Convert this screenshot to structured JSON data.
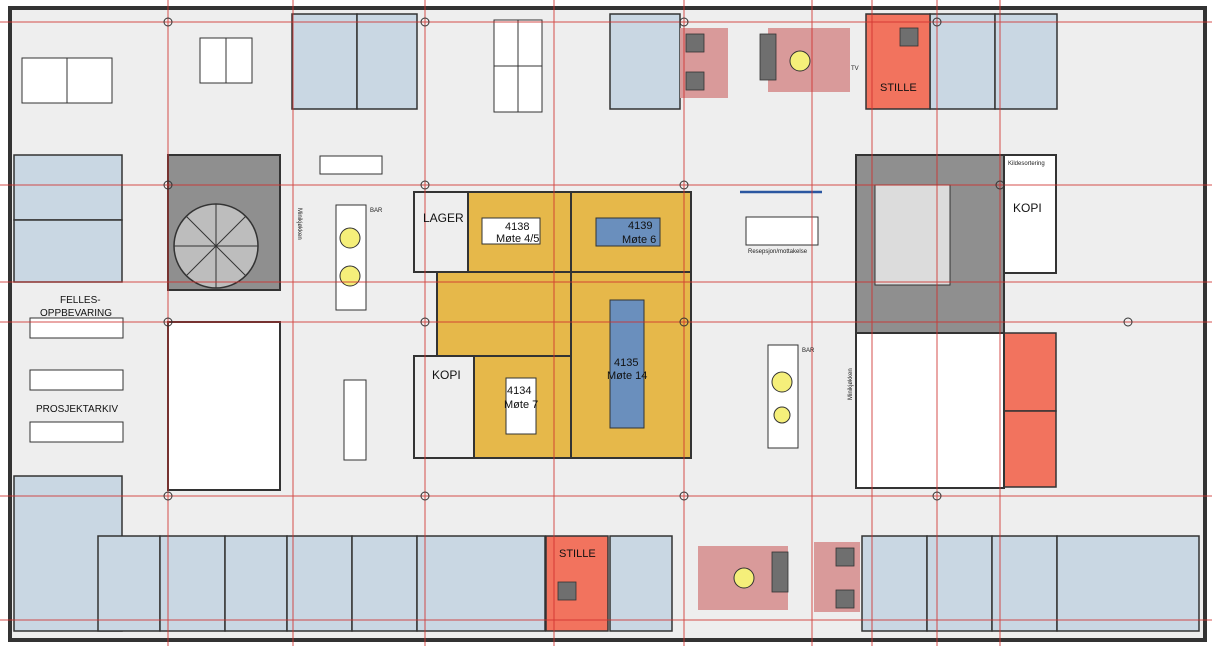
{
  "colors": {
    "office": "#c9d7e3",
    "meeting": "#e6b84a",
    "quiet": "#f2735e",
    "lounge_rug": "#d99a9a",
    "grid": "#d0312d",
    "wall": "#333333",
    "floor": "#eeeeee",
    "stair": "#8f8f8f",
    "table_blue": "#6a8fbd",
    "chair": "#6f6f6f",
    "lamp": "#f5ef7a"
  },
  "labels": {
    "lager": "LAGER",
    "kopi_left": "KOPI",
    "kopi_right": "KOPI",
    "room_4138": "4138",
    "mote_45": "Møte 4/5",
    "room_4139": "4139",
    "mote_6": "Møte 6",
    "room_4135": "4135",
    "mote_14": "Møte 14",
    "room_4134": "4134",
    "mote_7": "Møte 7",
    "felles_1": "FELLES-",
    "felles_2": "OPPBEVARING",
    "prosjektarkiv": "PROSJEKTARKIV",
    "stille_top": "STILLE",
    "stille_bottom": "STILLE",
    "resepsjon": "Resepsjon/mottakelse",
    "kildesortering": "Kildesortering",
    "tv": "TV",
    "bar_left": "BAR",
    "bar_right": "BAR",
    "minikjokken_left": "Minikjøkken",
    "minikjokken_right": "Minikjøkken"
  }
}
